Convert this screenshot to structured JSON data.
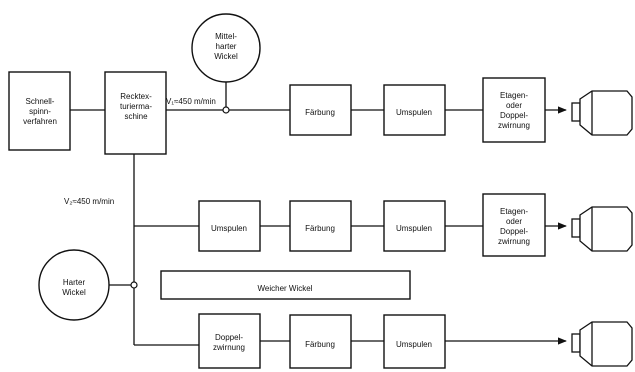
{
  "nodes": {
    "schnell": [
      "Schnell-",
      "spinn-",
      "verfahren"
    ],
    "recktex": [
      "Recktex-",
      "turierma-",
      "schine"
    ],
    "mittelharter": [
      "Mittel-",
      "harter",
      "Wickel"
    ],
    "faerbung1": [
      "Färbung"
    ],
    "umspulen1": [
      "Umspulen"
    ],
    "etagen1": [
      "Etagen-",
      "oder",
      "Doppel-",
      "zwirnung"
    ],
    "umspulen2a": [
      "Umspulen"
    ],
    "faerbung2": [
      "Färbung"
    ],
    "umspulen2b": [
      "Umspulen"
    ],
    "etagen2": [
      "Etagen-",
      "oder",
      "Doppel-",
      "zwirnung"
    ],
    "harter": [
      "Harter",
      "Wickel"
    ],
    "weicher": [
      "Weicher Wickel"
    ],
    "doppel3": [
      "Doppel-",
      "zwirnung"
    ],
    "faerbung3": [
      "Färbung"
    ],
    "umspulen3": [
      "Umspulen"
    ]
  },
  "labels": {
    "v1": "V₁≈450 m/min",
    "v2": "V₂≈450 m/min"
  },
  "outputs": [
    "output-cone-1",
    "output-cone-2",
    "output-cone-3"
  ]
}
